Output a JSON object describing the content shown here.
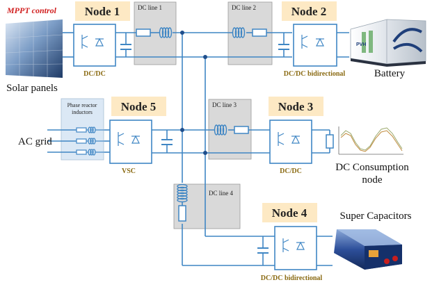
{
  "mppt_label": "MPPT control",
  "nodes": {
    "node1": "Node 1",
    "node2": "Node 2",
    "node3": "Node 3",
    "node4": "Node 4",
    "node5": "Node 5"
  },
  "lines": {
    "line1": "DC line 1",
    "line2": "DC line 2",
    "line3": "DC line 3",
    "line4": "DC line 4"
  },
  "phase_reactor": [
    "Phase reactor",
    "inductors"
  ],
  "converters": {
    "c1": "DC/DC",
    "c2": "DC/DC bidirectional",
    "c3": "DC/DC",
    "c4": "DC/DC bidirectional",
    "c5": "VSC"
  },
  "devices": {
    "solar": "Solar panels",
    "battery": "Battery",
    "ac": "AC grid",
    "load": [
      "DC Consumption",
      "node"
    ],
    "supercap": "Super Capacitors"
  },
  "battery_logo_text": "PVH",
  "colors": {
    "blue": "#3f86c4",
    "node_bg": "#fde9c4",
    "line_bg": "#d9d9d9",
    "red_label": "#d11f1f",
    "brown_label": "#8a6a12",
    "phase_bg": "#dbe8f5"
  }
}
